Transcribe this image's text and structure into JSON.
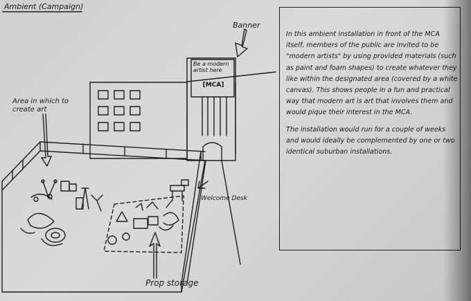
{
  "title": "Ambient (Campaign)",
  "labels": {
    "banner": "Banner",
    "area": "Area in which to create art",
    "welcome_desk": "Welcome Desk",
    "prop_storage": "Prop storage"
  },
  "banner_sign": {
    "line": "Be a modern artist here",
    "logo": "[MCA]"
  },
  "description": {
    "paragraph1": "In this ambient installation in front of the MCA itself, members of the public are invited to be \"modern artists\" by using provided materials (such as paint and foam shapes) to create whatever they like within the designated area (covered by a white canvas). This shows people in a fun and practical way that modern art is art that involves them and would pique their interest in the MCA.",
    "paragraph2": "The installation would run for a couple of weeks and would ideally be complemented by one or two identical suburban installations."
  }
}
